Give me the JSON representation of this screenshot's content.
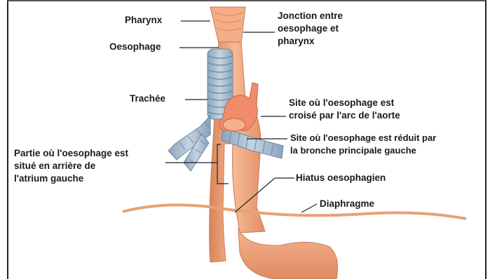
{
  "labels": {
    "pharynx": "Pharynx",
    "jonction": "Jonction entre\noesophage et\npharynx",
    "oesophage": "Oesophage",
    "trachee": "Trachée",
    "arc_aorte": "Site où l'oesophage est\ncroisé par l'arc de l'aorte",
    "bronche": "Site où l'oesophage est réduit par\nla bronche principale gauche",
    "atrium": "Partie où l'oesophage est\nsitué en arrière de\nl'atrium gauche",
    "hiatus": "Hiatus oesophagien",
    "diaphragme": "Diaphragme"
  },
  "colors": {
    "esophagus": "#f2a77c",
    "esophagus_shade": "#d8845a",
    "trachea": "#9fb6cc",
    "trachea_ring": "#6f879f",
    "aorta": "#f08c6a",
    "diaphragm": "#e6a275",
    "leader_line": "#222222",
    "text": "#1a1a1a"
  }
}
